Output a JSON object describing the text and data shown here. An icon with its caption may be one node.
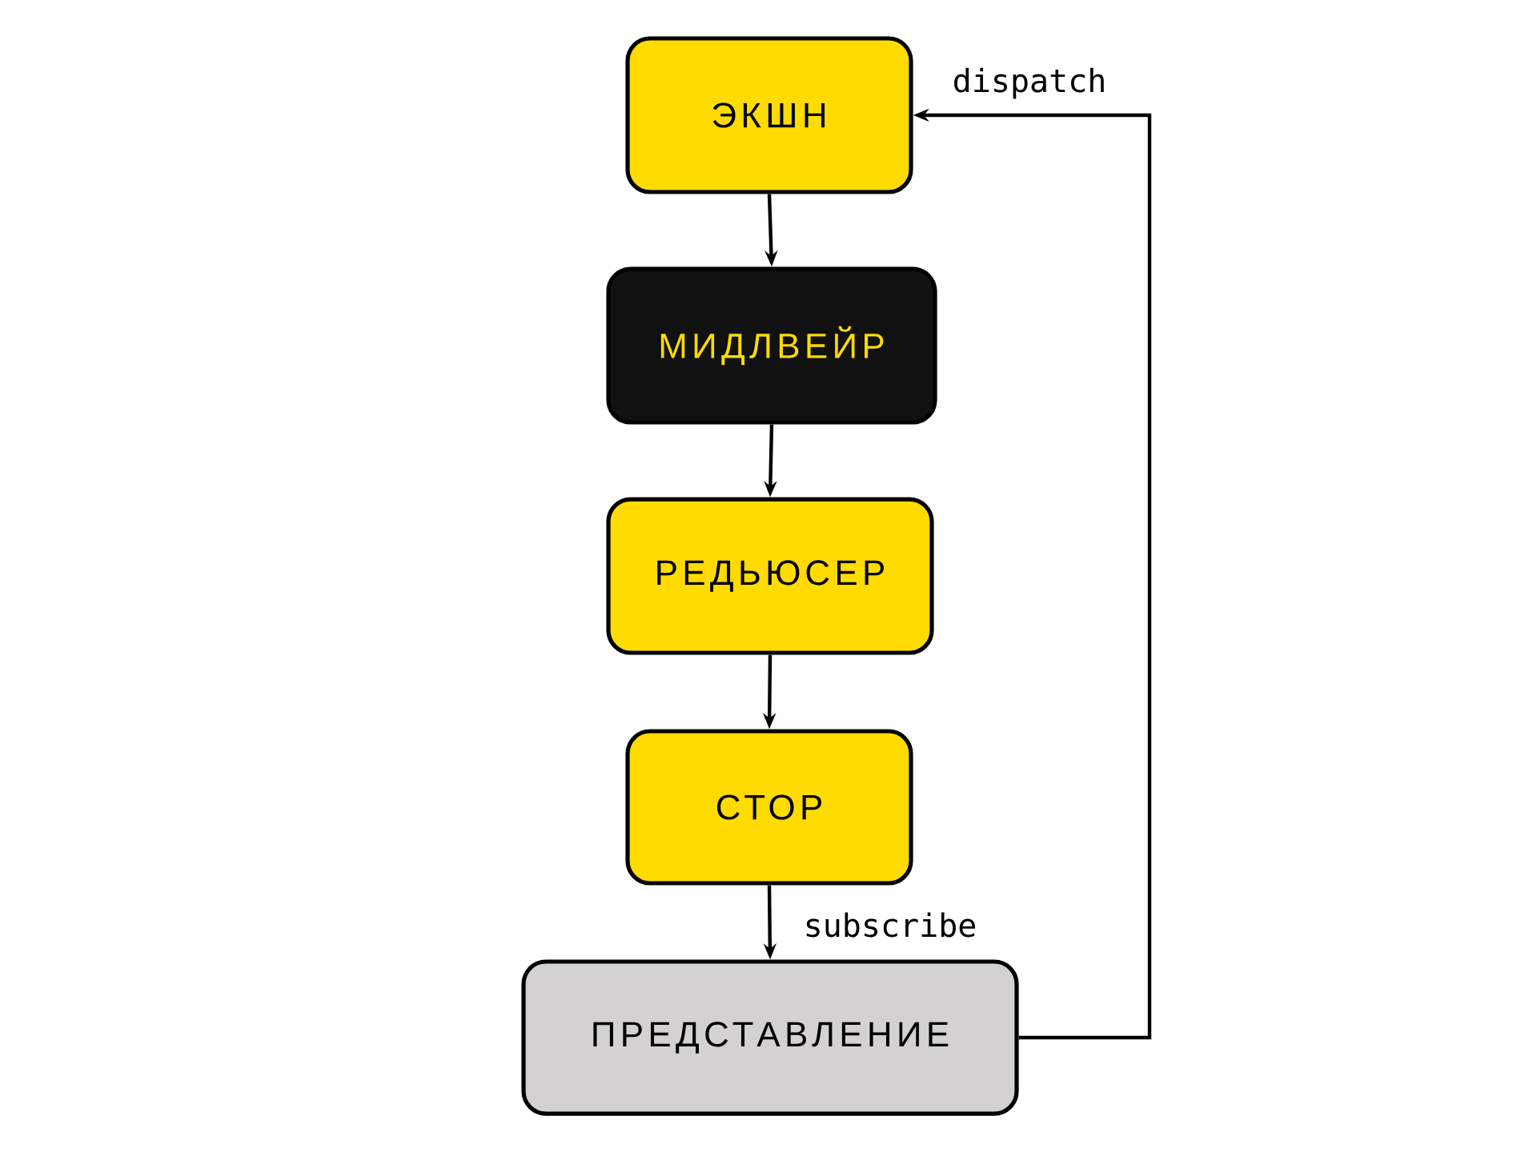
{
  "diagram": {
    "nodes": [
      {
        "text": [
          "ЭКШН"
        ]
      },
      {
        "text": [
          "МИДЛВЕЙР"
        ]
      },
      {
        "text": [
          "РЕДЬЮСЕР"
        ]
      },
      {
        "text": [
          "СТОР"
        ]
      },
      {
        "text": [
          "ПРЕДСТАВЛЕНИЕ"
        ]
      }
    ],
    "edges": [
      {
        "from": 0,
        "to": 1,
        "arrow": "to"
      },
      {
        "from": 1,
        "to": 2,
        "arrow": "to"
      },
      {
        "from": 2,
        "to": 3,
        "arrow": "to"
      },
      {
        "from": 3,
        "to": 4,
        "arrow": "to",
        "label": "subscribe"
      },
      {
        "from": 4,
        "to": 0,
        "arrow": "to",
        "label": "dispatch"
      }
    ]
  }
}
